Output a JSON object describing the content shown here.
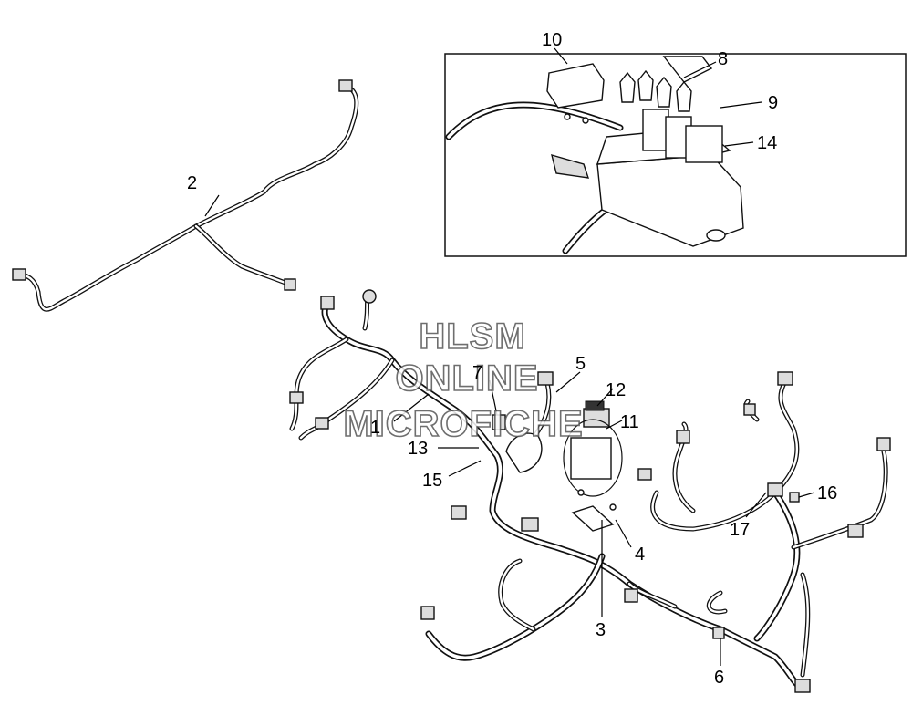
{
  "watermark": {
    "line1": "HLSM",
    "line2": "ONLINE",
    "line3": "MICROFICHE"
  },
  "callouts": {
    "c1": "1",
    "c2": "2",
    "c3": "3",
    "c4": "4",
    "c5": "5",
    "c6": "6",
    "c7": "7",
    "c8": "8",
    "c9": "9",
    "c10": "10",
    "c11": "11",
    "c12": "12",
    "c13": "13",
    "c14": "14",
    "c15": "15",
    "c16": "16",
    "c17": "17"
  }
}
